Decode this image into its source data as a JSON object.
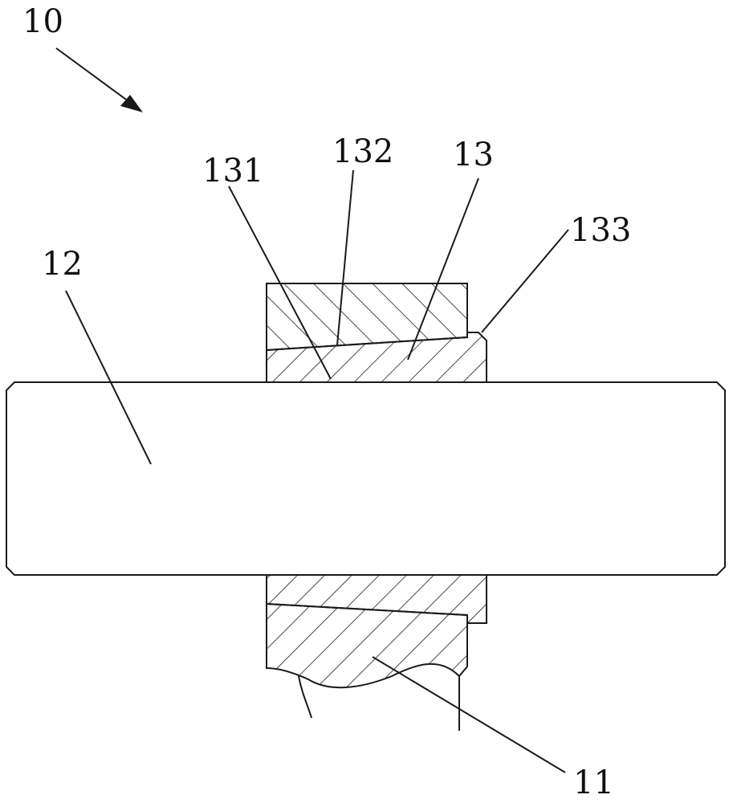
{
  "labels": {
    "assembly": "10",
    "shaft": "12",
    "sleeve": "13",
    "sleeve_inner": "131",
    "sleeve_outer": "132",
    "sleeve_step": "133",
    "housing": "11"
  },
  "colors": {
    "line": "#1a1a1a",
    "background": "#ffffff"
  }
}
